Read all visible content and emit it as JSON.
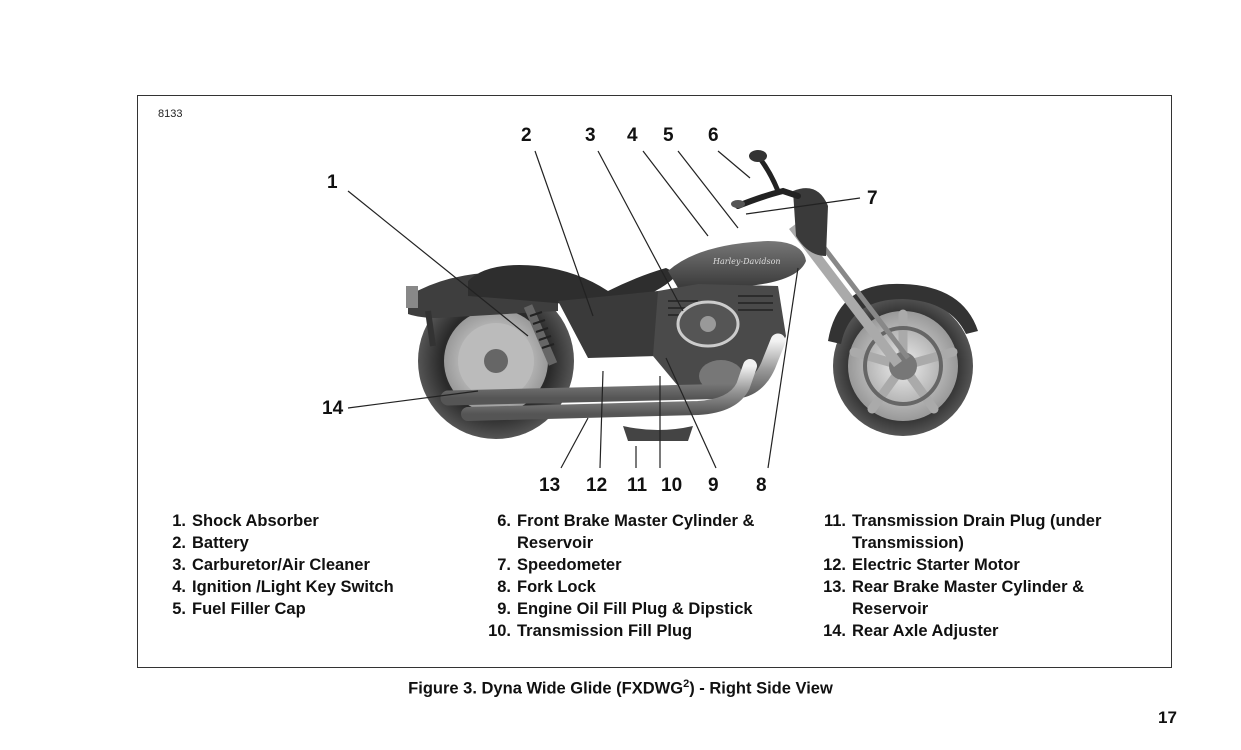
{
  "figure": {
    "id": "8133",
    "callouts": [
      "1",
      "2",
      "3",
      "4",
      "5",
      "6",
      "7",
      "8",
      "9",
      "10",
      "11",
      "12",
      "13",
      "14"
    ],
    "legend": [
      [
        {
          "num": "1.",
          "text": "Shock Absorber"
        },
        {
          "num": "2.",
          "text": "Battery"
        },
        {
          "num": "3.",
          "text": "Carburetor/Air Cleaner"
        },
        {
          "num": "4.",
          "text": "Ignition /Light Key Switch"
        },
        {
          "num": "5.",
          "text": "Fuel Filler Cap"
        }
      ],
      [
        {
          "num": "6.",
          "text": "Front Brake Master Cylinder & Reservoir"
        },
        {
          "num": "7.",
          "text": "Speedometer"
        },
        {
          "num": "8.",
          "text": "Fork Lock"
        },
        {
          "num": "9.",
          "text": "Engine Oil Fill Plug & Dipstick"
        },
        {
          "num": "10.",
          "text": "Transmission Fill Plug"
        }
      ],
      [
        {
          "num": "11.",
          "text": "Transmission Drain Plug (under Transmission)"
        },
        {
          "num": "12.",
          "text": "Electric Starter Motor"
        },
        {
          "num": "13.",
          "text": "Rear Brake Master Cylinder & Reservoir"
        },
        {
          "num": "14.",
          "text": "Rear Axle Adjuster"
        }
      ]
    ],
    "caption": {
      "prefix": "Figure 3. Dyna Wide Glide (FXDWG",
      "sup": "2",
      "suffix": ") - Right Side View"
    }
  },
  "page_number": "17"
}
